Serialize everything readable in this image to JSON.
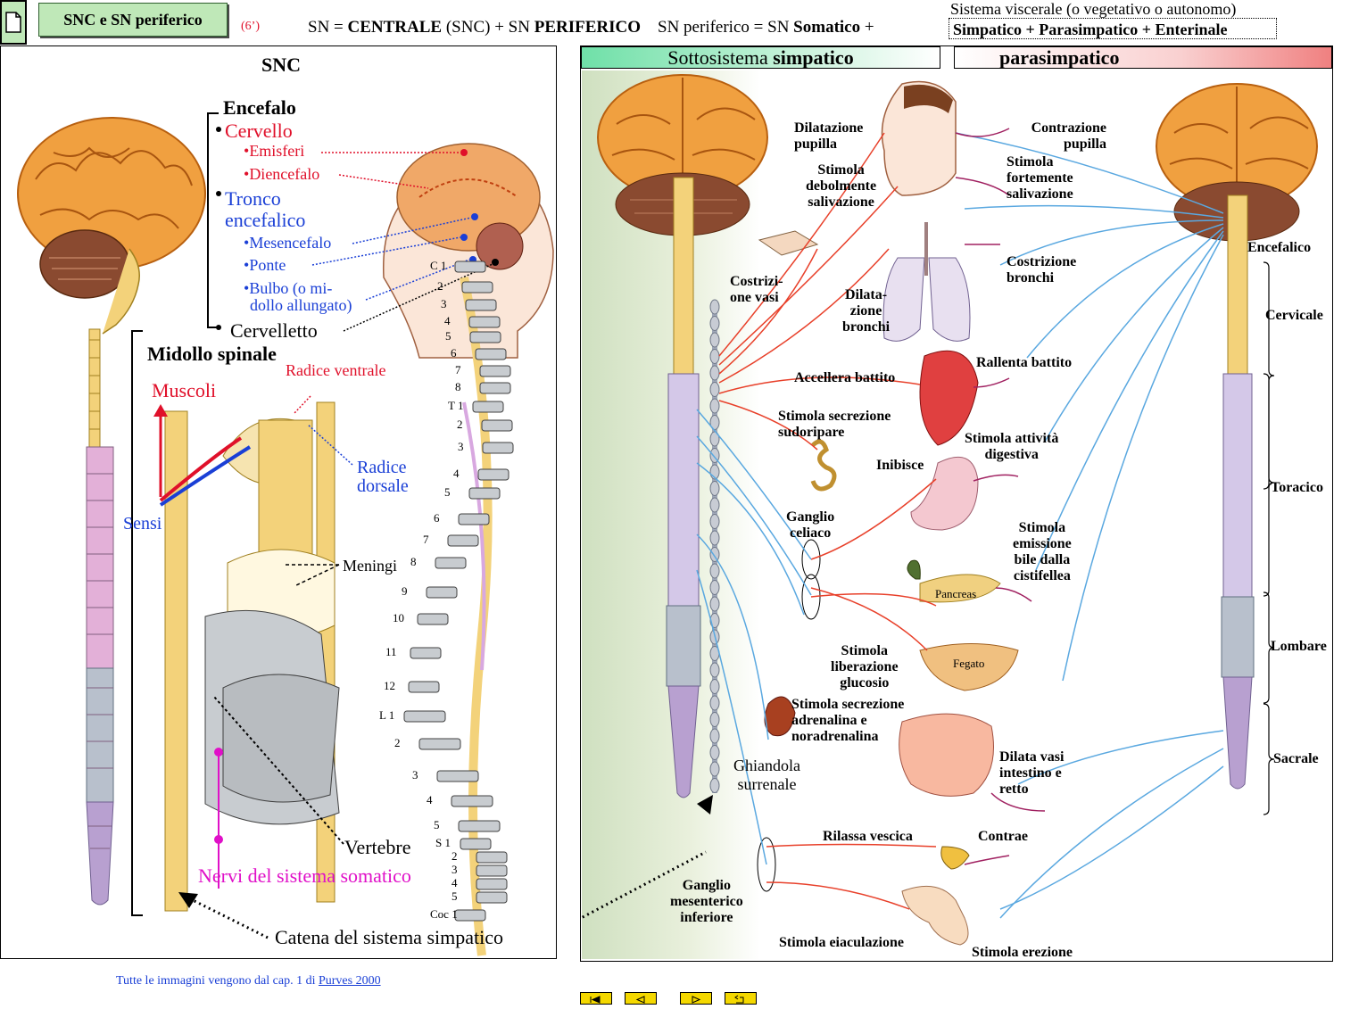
{
  "header": {
    "doc_icon": "document-icon",
    "title_button": "SNC e SN periferico",
    "time": "(6’)",
    "formula_pre": "SN = ",
    "formula_centrale": "CENTRALE",
    "formula_snc": " (SNC) + SN ",
    "formula_periferico": "PERIFERICO",
    "formula_per_eq": "SN periferico",
    "formula_eq_mid": " = SN ",
    "formula_somatico": "Somatico",
    "formula_plus": " +",
    "visceral_label": "Sistema viscerale (o vegetativo  o autonomo)",
    "visceral_box": "Simpatico  + Parasimpatico + Enterinale"
  },
  "left_panel": {
    "title": "SNC",
    "encefalo": "Encefalo",
    "cervello": "Cervello",
    "emisferi": "Emisferi",
    "diencefalo": "Diencefalo",
    "tronco_1": "Tronco",
    "tronco_2": "encefalico",
    "mesencefalo": "Mesencefalo",
    "ponte": "Ponte",
    "bulbo_1": "Bulbo    (o mi-",
    "bulbo_2": "dollo allungato)",
    "cervelletto": "Cervelletto",
    "midollo": "Midollo spinale",
    "radice_ventrale": "Radice ventrale",
    "muscoli": "Muscoli",
    "radice_dorsale_1": "Radice",
    "radice_dorsale_2": "dorsale",
    "sensi": "Sensi",
    "meningi": "Meningi",
    "vertebre": "Vertebre",
    "nervi_somatici": "Nervi del sistema somatico",
    "catena": "Catena  del sistema simpatico",
    "vertebra_labels": [
      "C 1",
      "2",
      "3",
      "4",
      "5",
      "6",
      "7",
      "8",
      "T 1",
      "2",
      "3",
      "4",
      "5",
      "6",
      "7",
      "8",
      "9",
      "10",
      "11",
      "12",
      "L 1",
      "2",
      "3",
      "4",
      "5",
      "S 1",
      "2",
      "3",
      "4",
      "5",
      "Coc 1"
    ]
  },
  "right_panel": {
    "hdr_symp_pre": "Sottosistema ",
    "hdr_symp_bold": "simpatico",
    "hdr_para": "parasimpatico",
    "symp_labels": {
      "dilatazione_pupilla": [
        "Dilatazione",
        "pupilla"
      ],
      "stimola_debolmente": [
        "Stimola",
        "debolmente",
        "salivazione"
      ],
      "costrizione_vasi": [
        "Costrizi-",
        "one vasi"
      ],
      "dilatazione_bronchi": [
        "Dilata-",
        "zione",
        "bronchi"
      ],
      "accellera": [
        "Accellera battito"
      ],
      "sudoripare": [
        "Stimola secrezione",
        "sudoripare"
      ],
      "inibisce": [
        "Inibisce"
      ],
      "ganglio_celiaco": [
        "Ganglio",
        "celiaco"
      ],
      "glucosio": [
        "Stimola",
        "liberazione",
        "glucosio"
      ],
      "adrenalina": [
        "Stimola secrezione",
        "adrenalina e",
        "noradrenalina"
      ],
      "ghiandola": [
        "Ghiandola",
        "surrenale"
      ],
      "rilassa": [
        "Rilassa vescica"
      ],
      "ganglio_mes": [
        "Ganglio",
        "mesenterico",
        "inferiore"
      ],
      "eiaculazione": [
        "Stimola eiaculazione"
      ]
    },
    "para_labels": {
      "contrazione_pupilla": [
        "Contrazione",
        "pupilla"
      ],
      "stimola_fortemente": [
        "Stimola",
        "fortemente",
        "salivazione"
      ],
      "costrizione_bronchi": [
        "Costrizione",
        "bronchi"
      ],
      "rallenta": [
        "Rallenta battito"
      ],
      "attivita_digestiva": [
        "Stimola attività",
        "digestiva"
      ],
      "bile": [
        "Stimola",
        "emissione",
        "bile dalla",
        "cistifellea"
      ],
      "dilata_vasi": [
        "Dilata vasi",
        "intestino e",
        "retto"
      ],
      "contrae": [
        "Contrae"
      ],
      "erezione": [
        "Stimola erezione"
      ]
    },
    "organs": {
      "pancreas": "Pancreas",
      "fegato": "Fegato"
    },
    "regions": [
      "Encefalico",
      "Cervicale",
      "Toracico",
      "Lombare",
      "Sacrale"
    ]
  },
  "footer": {
    "credit_pre": "Tutte le immagini vengono dal cap. 1 di ",
    "credit_link": "Purves 2000",
    "nav": [
      "first-page-icon",
      "prev-page-icon",
      "next-page-icon",
      "return-icon"
    ]
  },
  "colors": {
    "sympathetic": "#e8402a",
    "parasympathetic": "#5aa8e0",
    "button_green": "#bfe8b8",
    "nav_yellow": "#f4d800",
    "brain_orange": "#f0a040"
  }
}
